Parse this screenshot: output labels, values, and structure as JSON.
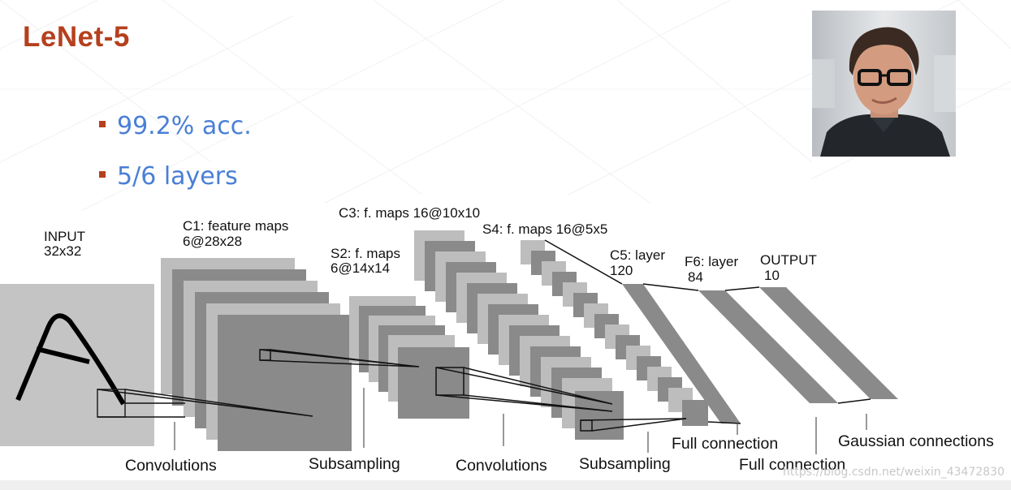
{
  "slide": {
    "title": "LeNet-5",
    "bullets": [
      "99.2% acc.",
      "5/6 layers"
    ]
  },
  "diagram": {
    "layers": [
      {
        "line1": "INPUT",
        "line2": "32x32"
      },
      {
        "line1": "C1: feature maps",
        "line2": "6@28x28"
      },
      {
        "line1": "S2: f. maps",
        "line2": "6@14x14"
      },
      {
        "line1": "C3: f. maps 16@10x10",
        "line2": ""
      },
      {
        "line1": "S4: f. maps 16@5x5",
        "line2": ""
      },
      {
        "line1": "C5: layer",
        "line2": "120"
      },
      {
        "line1": "F6: layer",
        "line2": "84"
      },
      {
        "line1": "OUTPUT",
        "line2": "10"
      }
    ],
    "operations": [
      "Convolutions",
      "Subsampling",
      "Convolutions",
      "Subsampling",
      "Full connection",
      "Full connection",
      "Gaussian connections"
    ]
  },
  "watermark": "https://blog.csdn.net/weixin_43472830",
  "colors": {
    "title": "#b5401e",
    "bullet_text": "#4a7fd6",
    "bullet_marker": "#b5401e",
    "dark_gray": "#8a8a8a",
    "light_gray": "#bdbdbd"
  }
}
